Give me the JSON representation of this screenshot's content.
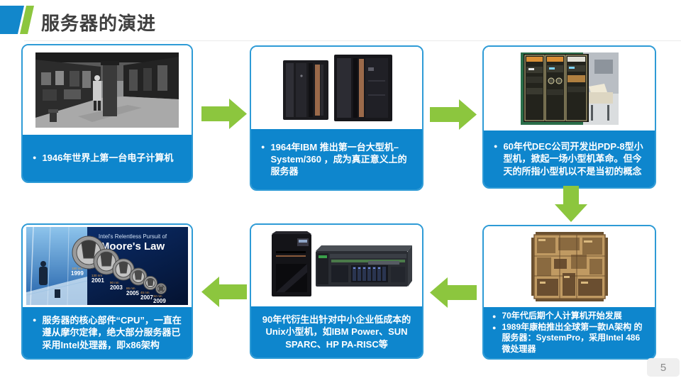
{
  "slide": {
    "title": "服务器的演进",
    "page_number": "5"
  },
  "ui": {
    "bullet": "●"
  },
  "colors": {
    "accent_blue": "#0e86cd",
    "border_blue": "#2e9bd6",
    "arrow_green": "#8cc63e",
    "title_text": "#3f3f3f",
    "title_accent_blue": "#1287cb",
    "title_accent_green": "#8cc63e"
  },
  "boxes": [
    {
      "id": "box-1946",
      "image": "eniac-room-photo",
      "bullets": [
        "1946年世界上第一台电子计算机"
      ]
    },
    {
      "id": "box-1964",
      "image": "ibm-system360-photo",
      "bullets": [
        "1964年IBM 推出第一台大型机–System/360 ，成为真正意义上的服务器"
      ]
    },
    {
      "id": "box-1960s",
      "image": "dec-pdp8-photo",
      "bullets": [
        "60年代DEC公司开发出PDP-8型小型机，掀起一场小型机革命。但今天的所指小型机以不是当初的概念"
      ]
    },
    {
      "id": "box-cpu-moore",
      "image": "intel-moores-law-photo",
      "bullets": [
        "服务器的核心部件“CPU”，一直在遵从摩尔定律，绝大部分服务器已采用Intel处理器，即x86架构"
      ]
    },
    {
      "id": "box-1990s",
      "image": "unix-servers-photo",
      "text": "90年代衍生出针对中小企业低成本的Unix小型机，如IBM Power、SUN SPARC、HP PA-RISC等"
    },
    {
      "id": "box-1970s",
      "image": "cpu-die-photo",
      "bullets": [
        "70年代后期个人计算机开始发展",
        "1989年康柏推出全球第一款IA架构 的服务器：SystemPro，采用Intel 486微处理器"
      ]
    }
  ],
  "moores_law": {
    "title_line1": "Intel's Relentless Pursuit of",
    "title_line2": "Moore's Law",
    "nodes": [
      {
        "nm": "180 nm",
        "year": "1999"
      },
      {
        "nm": "130 nm",
        "year": "2001"
      },
      {
        "nm": "90 nm",
        "year": "2003"
      },
      {
        "nm": "65 nm",
        "year": "2005"
      },
      {
        "nm": "45 nm",
        "year": "2007"
      },
      {
        "nm": "32 nm",
        "year": "2009"
      }
    ]
  },
  "arrows": [
    {
      "name": "flow-arrow-1",
      "direction": "right"
    },
    {
      "name": "flow-arrow-2",
      "direction": "right"
    },
    {
      "name": "flow-arrow-3",
      "direction": "down"
    },
    {
      "name": "flow-arrow-4",
      "direction": "left"
    },
    {
      "name": "flow-arrow-5",
      "direction": "left"
    }
  ]
}
